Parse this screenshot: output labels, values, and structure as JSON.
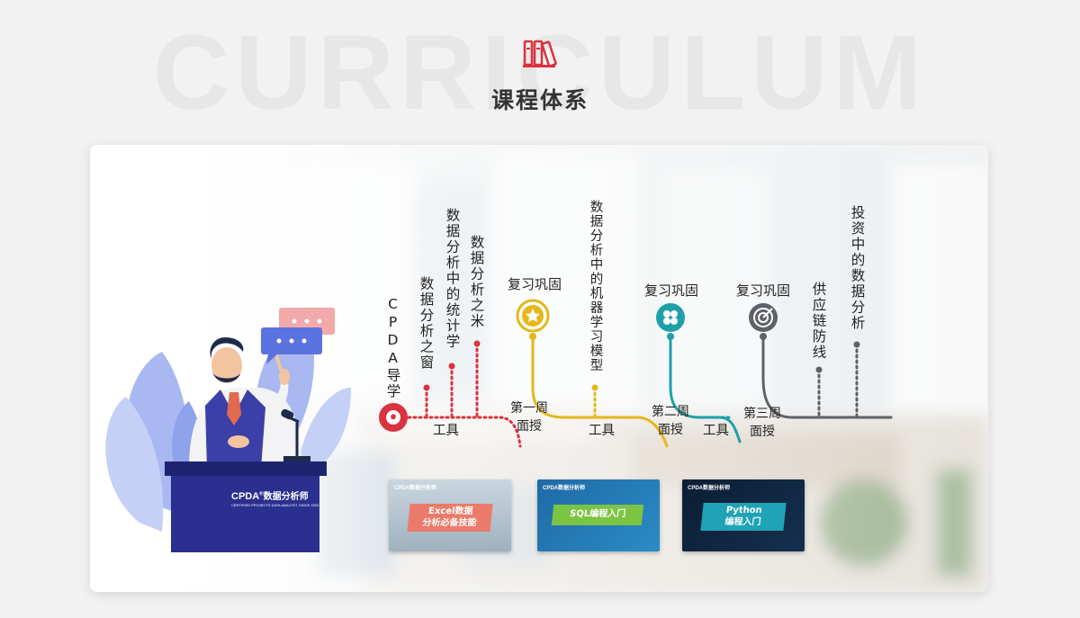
{
  "header": {
    "watermark": "CURRICULUM",
    "title": "课程体系",
    "icon": "books-icon"
  },
  "podium": {
    "brand": "CPDA",
    "brand_sup": "®",
    "brand_cn": "数据分析师",
    "tagline": "CERTIFIED PROJECTS DATA ANALYST. SINCE 2003"
  },
  "timeline": {
    "items": {
      "cpda_intro": "CPDA导学",
      "data_window": "数据分析之窗",
      "stats": "数据分析中的统计学",
      "data_rice": "数据分析之米",
      "ml": "数据分析中的机器学习模型",
      "supply_chain": "供应链防线",
      "investment": "投资中的数据分析"
    },
    "review1": "复习巩固",
    "review2": "复习巩固",
    "review3": "复习巩固",
    "week1": [
      "第一周",
      "面授"
    ],
    "week2": [
      "第二周",
      "面授"
    ],
    "week3": [
      "第三周",
      "面授"
    ],
    "tools1": "工具",
    "tools2": "工具",
    "tools3": "工具",
    "colors": {
      "red": "#d9333f",
      "gold": "#e5b71a",
      "teal": "#1fa0a8",
      "gray": "#5f6168"
    }
  },
  "courses": [
    {
      "logo": "CPDA数据分析师",
      "label": [
        "Excel数据",
        "分析必备技能"
      ]
    },
    {
      "logo": "CPDA数据分析师",
      "label": [
        "SQL编程入门"
      ]
    },
    {
      "logo": "CPDA数据分析师",
      "label": [
        "Python",
        "编程入门"
      ]
    }
  ]
}
